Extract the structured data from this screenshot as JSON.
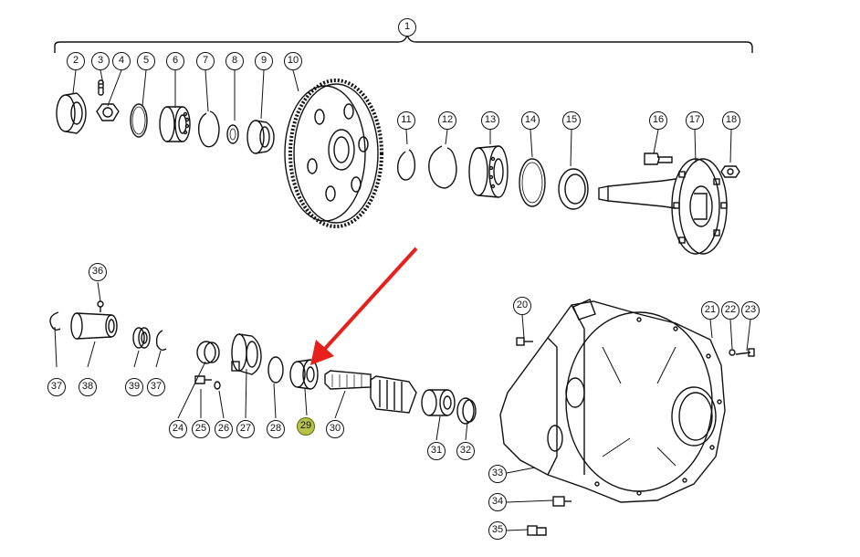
{
  "diagram": {
    "assembly_label": "1",
    "highlighted_part": "29",
    "highlight_color": "#b6c24a",
    "arrow_color": "#e8201c",
    "callouts": [
      {
        "id": "c2",
        "label": "2"
      },
      {
        "id": "c3",
        "label": "3"
      },
      {
        "id": "c4",
        "label": "4"
      },
      {
        "id": "c5",
        "label": "5"
      },
      {
        "id": "c6",
        "label": "6"
      },
      {
        "id": "c7",
        "label": "7"
      },
      {
        "id": "c8",
        "label": "8"
      },
      {
        "id": "c9",
        "label": "9"
      },
      {
        "id": "c10",
        "label": "10"
      },
      {
        "id": "c11",
        "label": "11"
      },
      {
        "id": "c12",
        "label": "12"
      },
      {
        "id": "c13",
        "label": "13"
      },
      {
        "id": "c14",
        "label": "14"
      },
      {
        "id": "c15",
        "label": "15"
      },
      {
        "id": "c16",
        "label": "16"
      },
      {
        "id": "c17",
        "label": "17"
      },
      {
        "id": "c18",
        "label": "18"
      },
      {
        "id": "c20",
        "label": "20"
      },
      {
        "id": "c21",
        "label": "21"
      },
      {
        "id": "c22",
        "label": "22"
      },
      {
        "id": "c23",
        "label": "23"
      },
      {
        "id": "c24",
        "label": "24"
      },
      {
        "id": "c25",
        "label": "25"
      },
      {
        "id": "c26",
        "label": "26"
      },
      {
        "id": "c27",
        "label": "27"
      },
      {
        "id": "c28",
        "label": "28"
      },
      {
        "id": "c29",
        "label": "29"
      },
      {
        "id": "c30",
        "label": "30"
      },
      {
        "id": "c31",
        "label": "31"
      },
      {
        "id": "c32",
        "label": "32"
      },
      {
        "id": "c33",
        "label": "33"
      },
      {
        "id": "c34",
        "label": "34"
      },
      {
        "id": "c35",
        "label": "35"
      },
      {
        "id": "c36",
        "label": "36"
      },
      {
        "id": "c37a",
        "label": "37"
      },
      {
        "id": "c38",
        "label": "38"
      },
      {
        "id": "c39",
        "label": "39"
      },
      {
        "id": "c37b",
        "label": "37"
      }
    ]
  }
}
